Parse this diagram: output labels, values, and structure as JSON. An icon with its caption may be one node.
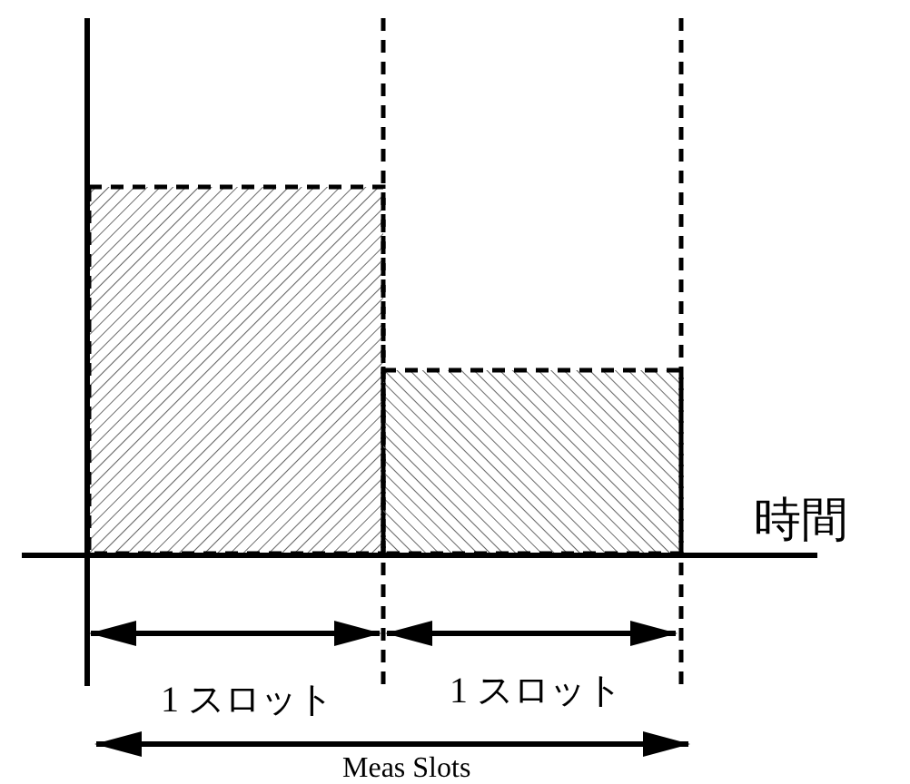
{
  "diagram": {
    "labels": [
      "時間",
      "1 スロット",
      "1 スロット",
      "Meas Slots"
    ]
  }
}
